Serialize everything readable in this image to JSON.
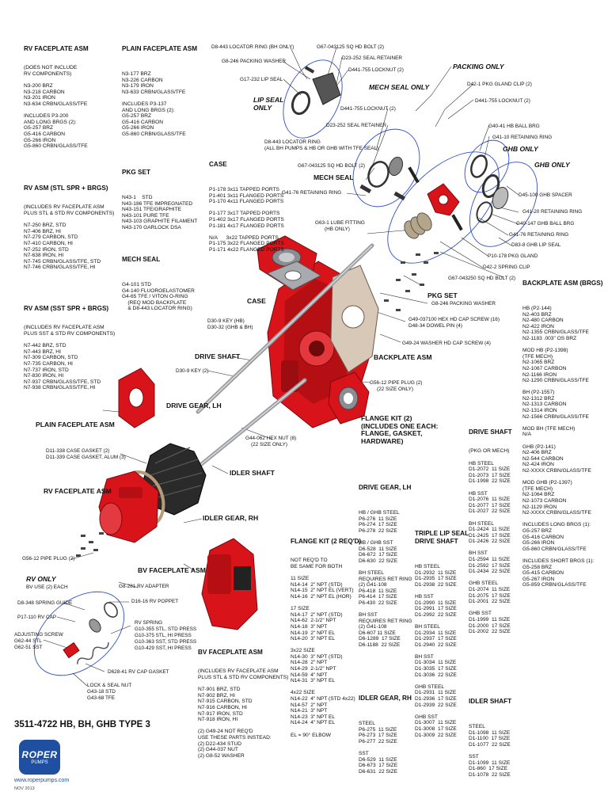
{
  "title": "3511-4722 HB, BH, GHB TYPE 3",
  "logo": {
    "name": "ROPER",
    "sub": "PUMPS"
  },
  "website": "www.roperpumps.com",
  "date": "NOV 2013",
  "colors": {
    "part_red": "#d8141a",
    "part_dark": "#7a0b0e",
    "steel": "#8a8d93",
    "callout_ring": "#3050c8"
  },
  "sections": [
    {
      "id": "rv-faceplate-asm",
      "title": "RV FACEPLATE ASM",
      "lines": [
        "(DOES NOT INCLUDE",
        "RV COMPONENTS)",
        "",
        "N3-200 BRZ",
        "N3-218 CARBON",
        "N3-201 IRON",
        "N3-634 CRBN/GLASS/TFE",
        "",
        "INCLUDES P3-200",
        "AND LONG BRGS (2):",
        "G5-257 BRZ",
        "G5-416 CARBON",
        "G5-266 IRON",
        "G5-860 CRBN/GLASS/TFE"
      ]
    },
    {
      "id": "plain-faceplate-asm",
      "title": "PLAIN FACEPLATE ASM",
      "lines": [
        "",
        "N3-177 BRZ",
        "N3-226 CARBON",
        "N3-179 IRON",
        "N3-633 CRBN/GLASS/TFE",
        "",
        "INCLUDES P3-137",
        "AND LONG BRGS (2):",
        "G5-257 BRZ",
        "G5-416 CARBON",
        "G5-266 IRON",
        "G5-860 CRBN/GLASS/TFE"
      ]
    },
    {
      "id": "pkg-set",
      "title": "PKG SET",
      "lines": [
        "",
        "N43-1    STD",
        "N43-186 TFE IMPREGNATED",
        "N43-151 TFE/GRAPHITE",
        "N43-101 PURE TFE",
        "N43-103 GRAPHITE FILAMENT",
        "N43-170 GARLOCK DSA"
      ]
    },
    {
      "id": "case",
      "title": "CASE",
      "lines": [
        "",
        "P1-178 3x11 TAPPED PORTS",
        "P1-401 3x11 FLANGED PORTS",
        "P1-170 4x11 FLANGED PORTS",
        "",
        "P1-177 3x17 TAPPED PORTS",
        "P1-402 3x17 FLANGED PORTS",
        "P1-181 4x17 FLANGED PORTS",
        "",
        "N/A      3x22 TAPPED PORTS",
        "P1-175 3x22 FLANGED PORTS",
        "P1-171 4x22 FLANGED PORTS"
      ]
    },
    {
      "id": "rv-asm-stl",
      "title": "RV ASM (STL SPR + BRGS)",
      "lines": [
        "(INCLUDES RV FACEPLATE ASM",
        "PLUS STL & STD RV COMPONENTS)",
        "",
        "N7-250 BRZ, STD",
        "N7-406 BRZ, HI",
        "N7-279 CARBON, STD",
        "N7-410 CARBON, HI",
        "N7-252 IRON, STD",
        "N7-638 IRON, HI",
        "N7-745 CRBN/GLASS/TFE, STD",
        "N7-746 CRBN/GLASS/TFE, HI"
      ]
    },
    {
      "id": "mech-seal",
      "title": "MECH SEAL",
      "lines": [
        "",
        "G4-101 STD",
        "G4-140 FLUOROELASTOMER",
        "G4-65 TFE / VITON O-RING",
        "    (REQ MOD BACKPLATE",
        "    & D8-443 LOCATOR RING)"
      ]
    },
    {
      "id": "rv-asm-sst",
      "title": "RV ASM (SST SPR + BRGS)",
      "lines": [
        "(INCLUDES RV FACEPLATE ASM",
        "PLUS SST & STD RV COMPONENTS)",
        "",
        "N7-442 BRZ, STD",
        "N7-443 BRZ, HI",
        "N7-309 CARBON, STD",
        "N7-735 CARBON, HI",
        "N7-737 IRON, STD",
        "N7-830 IRON, HI",
        "N7-937 CRBN/GLASS/TFE, STD",
        "N7-938 CRBN/GLASS/TFE, HI"
      ]
    },
    {
      "id": "backplate-asm",
      "title": "BACKPLATE ASM (BRGS)",
      "lines": [
        "",
        "HB (P2-144)",
        "N2-403 BRZ",
        "N2-480 CARBON",
        "N2-422 IRON",
        "N2-1355 CRBN/GLASS/TFE",
        "N2-1183 .003\" OS BRZ",
        "",
        "MOD HB (P2-1398)",
        "(TFE MECH)",
        "N2-1065 BRZ",
        "N2-1067 CARBON",
        "N2-1166 IRON",
        "N2-1290 CRBN/GLASS/TFE",
        "",
        "BH (P2-1557)",
        "N2-1312 BRZ",
        "N2-1313 CARBON",
        "N2-1314 IRON",
        "N2-1566 CRBN/GLASS/TFE",
        "",
        "MOD BH (TFE MECH)",
        "N/A",
        "",
        "GHB (P2-141)",
        "N2-406 BRZ",
        "N2-544 CARBON",
        "N2-424 IRON",
        "N2-XXXX CRBN/GLASS/TFE",
        "",
        "MOD GHB (P2-1397)",
        "(TFE MECH)",
        "N2-1064 BRZ",
        "N2-1073 CARBON",
        "N2-1129 IRON",
        "N2-XXXX CRBN/GLASS/TFE",
        "",
        "INCLUDES LONG BRGS (1):",
        "G5-257 BRZ",
        "G5-416 CARBON",
        "G5-266 IRON",
        "G5-860 CRBN/GLASS/TFE",
        "",
        "INCLUDES SHORT BRGS (1):",
        "G5-258 BRZ",
        "G5-415 CARBON",
        "G5-267 IRON",
        "G5-859 CRBN/GLASS/TFE"
      ]
    },
    {
      "id": "drive-shaft",
      "title": "DRIVE SHAFT",
      "lines": [
        "(PKG OR MECH)",
        "",
        "HB STEEL",
        "D1-2072  11 SIZE",
        "D1-2073  17 SIZE",
        "D1-1998  22 SIZE",
        "",
        "HB SST",
        "D1-2076  11 SIZE",
        "D1-2077  17 SIZE",
        "D1-2027  22 SIZE",
        "",
        "BH STEEL",
        "D1-2424  11 SIZE",
        "D1-2425  17 SIZE",
        "D1-2426  22 SIZE",
        "",
        "BH SST",
        "D1-2594  11 SIZE",
        "D1-2592  17 SIZE",
        "D1-2434  22 SIZE",
        "",
        "GHB STEEL",
        "D1-2074  11 SIZE",
        "D1-2075  17 SIZE",
        "D1-2001  22 SIZE",
        "",
        "GHB SST",
        "D1-1999  11 SIZE",
        "D1-2000  17 SIZE",
        "D1-2002  22 SIZE"
      ]
    },
    {
      "id": "drive-gear-lh",
      "title": "DRIVE GEAR, LH",
      "lines": [
        "",
        "HB / GHB STEEL",
        "P6-276  11 SIZE",
        "P6-274  17 SIZE",
        "P6-278  22 SIZE",
        "",
        "HB / GHB SST",
        "D6-528  11 SIZE",
        "D6-672  17 SIZE",
        "D6-630  22 SIZE",
        "",
        "BH STEEL",
        "REQUIRES RET RING",
        "(2) G41-108",
        "P6-418  11 SIZE",
        "P6-414  17 SIZE",
        "P6-430  22 SIZE",
        "",
        "BH SST",
        "REQUIRES RET RING",
        "(2) G41-108",
        "D6-607 11 SIZE",
        "D6-1289  17 SIZE",
        "D6-1188  22 SIZE"
      ]
    },
    {
      "id": "triple-lip-seal",
      "title": "TRIPLE LIP SEAL\nDRIVE SHAFT",
      "lines": [
        "",
        "HB STEEL",
        "D1-2932  11 SIZE",
        "D1-2935  17 SIZE",
        "D1-2938  22 SIZE",
        "",
        "HB SST",
        "D1-2990  11 SIZE",
        "D1-2991  17 SIZE",
        "D1-2992  22 SIZE",
        "",
        "BH STEEL",
        "D1-2934  11 SIZE",
        "D1-2937  17 SIZE",
        "D1-2940  22 SIZE",
        "",
        "BH SST",
        "D1-3034  11 SIZE",
        "D1-3035  17 SIZE",
        "D1-3036  22 SIZE",
        "",
        "GHB STEEL",
        "D1-2931  11 SIZE",
        "D1-2936  17 SIZE",
        "D1-2939  22 SIZE",
        "",
        "GHB SST",
        "D1-3007  11 SIZE",
        "D1-3008  17 SIZE",
        "D1-3009  22 SIZE"
      ]
    },
    {
      "id": "flange-kit",
      "title": "FLANGE KIT (2 REQ'D)",
      "lines": [
        "NOT REQ'D TO",
        "BE SAME FOR BOTH",
        "",
        "11 SIZE",
        "N14-14  2\" NPT (STD)",
        "N14-15  2\" NPT EL (VERT)",
        "N14-16  2\" NPT EL (HOR)",
        "",
        "17 SIZE",
        "N14-17  2\" NPT (STD)",
        "N14-62  2-1/2\" NPT",
        "N14-18  3\" NPT",
        "N14-19  2\" NPT EL",
        "N14-20  3\" NPT EL",
        "",
        "3x22 SIZE",
        "N14-30  3\" NPT (STD)",
        "N14-28  2\" NPT",
        "N14-29  2-1/2\" NPT",
        "N14-59  4\" NPT",
        "N14-31  3\" NPT EL",
        "",
        "4x22 SIZE",
        "N14-22  4\" NPT (STD 4x22)",
        "N14-57  2\" NPT",
        "N14-21  3\" NPT",
        "N14-23  3\" NPT EL",
        "N14-24  4\" NPT EL",
        "",
        "EL = 90° ELBOW"
      ]
    },
    {
      "id": "idler-gear-rh",
      "title": "IDLER GEAR, RH",
      "lines": [
        "",
        "STEEL",
        "P6-275  11 SIZE",
        "P6-273  17 SIZE",
        "P6-277  22 SIZE",
        "",
        "SST",
        "D6-529  11 SIZE",
        "D6-673  17 SIZE",
        "D6-631  22 SIZE"
      ]
    },
    {
      "id": "idler-shaft",
      "title": "IDLER SHAFT",
      "lines": [
        "",
        "STEEL",
        "D1-1098  11 SIZE",
        "D1-1100  17 SIZE",
        "D1-1077  22 SIZE",
        "",
        "SST",
        "D1-1099  11 SIZE",
        "D1-860  17 SIZE",
        "D1-1078  22 SIZE"
      ]
    },
    {
      "id": "bv-faceplate-asm",
      "title": "BV FACEPLATE ASM",
      "lines": [
        "(INCLUDES RV FACEPLATE ASM",
        "PLUS STL & STD RV COMPONENTS)",
        "",
        "N7-901 BRZ, STD",
        "N7-902 BRZ, HI",
        "N7-915 CARBON, STD",
        "N7-916 CARBON, HI",
        "N7-917 IRON, STD",
        "N7-918 IRON, HI",
        "",
        "(2) G49-24 NOT REQ'D",
        "USE THESE PARTS INSTEAD:",
        "(2) D22-434 STUD",
        "(2) G44-037 NUT",
        "(2) G8-52 WASHER"
      ]
    }
  ],
  "callouts": [
    {
      "id": "c1",
      "text": "D8-443 LOCATOR RING (BH ONLY)"
    },
    {
      "id": "c2",
      "text": "G67-043125 SQ HD BOLT (2)"
    },
    {
      "id": "c3",
      "text": "G8-246 PACKING WASHER"
    },
    {
      "id": "c4",
      "text": "D23-252 SEAL RETAINER"
    },
    {
      "id": "c5",
      "text": "D441-755 LOCKNUT (2)"
    },
    {
      "id": "c6",
      "text": "G17-232 LIP SEAL"
    },
    {
      "id": "c7",
      "text": "D42-1 PKG GLAND CLIP (2)"
    },
    {
      "id": "c8",
      "text": "D441-755 LOCKNUT (2)"
    },
    {
      "id": "c9",
      "text": "D441-755 LOCKNUT (2)"
    },
    {
      "id": "c10",
      "text": "D23-252 SEAL RETAINER"
    },
    {
      "id": "c11",
      "text": "G40-41 HB BALL BRG"
    },
    {
      "id": "c12",
      "text": "G41-10 RETAINING RING"
    },
    {
      "id": "c13",
      "text": "D8-443 LOCATOR RING"
    },
    {
      "id": "c14",
      "text": "(ALL BH PUMPS & HB OR GHB WITH TFE SEAL)"
    },
    {
      "id": "c15",
      "text": "G67-043125 SQ HD BOLT (2)"
    },
    {
      "id": "c16",
      "text": "G41-76 RETAINING RING"
    },
    {
      "id": "c17",
      "text": "D45-100 GHB SPACER"
    },
    {
      "id": "c18",
      "text": "G41-20 RETAINING RING"
    },
    {
      "id": "c19",
      "text": "G40-147 GHB BALL BRG"
    },
    {
      "id": "c20",
      "text": "G41-76 RETAINING RING"
    },
    {
      "id": "c21",
      "text": "G63-1 LUBE FITTING"
    },
    {
      "id": "c22",
      "text": "(HB ONLY)"
    },
    {
      "id": "c23",
      "text": "D83-8 GHB LIP SEAL"
    },
    {
      "id": "c24",
      "text": "P10-178 PKG GLAND"
    },
    {
      "id": "c25",
      "text": "D42-2 SPRING CLIP"
    },
    {
      "id": "c26",
      "text": "G67-043250 SQ HD BOLT (2)"
    },
    {
      "id": "c27",
      "text": "G8-246 PACKING WASHER"
    },
    {
      "id": "c28",
      "text": "G49-037100 HEX HD CAP SCREW (16)"
    },
    {
      "id": "c29",
      "text": "D48-34 DOWEL PIN (4)"
    },
    {
      "id": "c30",
      "text": "G49-24 WASHER HD CAP SCREW (4)"
    },
    {
      "id": "c31",
      "text": "D30-9 KEY (HB)"
    },
    {
      "id": "c32",
      "text": "D30-32 (GHB & BH)"
    },
    {
      "id": "c33",
      "text": "D30-9 KEY (2)"
    },
    {
      "id": "c34",
      "text": "G56-12 PIPE PLUG (2)"
    },
    {
      "id": "c35",
      "text": "(22 SIZE ONLY)"
    },
    {
      "id": "c36",
      "text": "D11-338 CASE GASKET (2)"
    },
    {
      "id": "c37",
      "text": "D11-339 CASE GASKET, ALUM (3)"
    },
    {
      "id": "c38",
      "text": "G44-062 HEX NUT (8)"
    },
    {
      "id": "c39",
      "text": "(22 SIZE ONLY)"
    },
    {
      "id": "c40",
      "text": "G56-12 PIPE PLUG (2)"
    },
    {
      "id": "c41",
      "text": "G8-281 RV ADAPTER"
    },
    {
      "id": "c42",
      "text": "BV USE (2) EACH"
    },
    {
      "id": "c43",
      "text": "D16-16 RV POPPET"
    },
    {
      "id": "c44",
      "text": "D8-348 SPRING GUIDE"
    },
    {
      "id": "c45",
      "text": "P17-110 RV CAP"
    },
    {
      "id": "c46",
      "text": "RV SPRING"
    },
    {
      "id": "c47",
      "text": "G10-355 STL, STD PRESS"
    },
    {
      "id": "c48",
      "text": "G10-375 STL, HI PRESS"
    },
    {
      "id": "c49",
      "text": "G10-363 SST, STD PRESS"
    },
    {
      "id": "c50",
      "text": "G10-429 SST, HI PRESS"
    },
    {
      "id": "c51",
      "text": "ADJUSTING SCREW"
    },
    {
      "id": "c52",
      "text": "G62-44 STL"
    },
    {
      "id": "c53",
      "text": "G62-51 SST"
    },
    {
      "id": "c54",
      "text": "D628-41 RV CAP GASKET"
    },
    {
      "id": "c55",
      "text": "LOCK & SEAL NUT"
    },
    {
      "id": "c56",
      "text": "G43-18 STD"
    },
    {
      "id": "c57",
      "text": "G43-68 TFE"
    }
  ],
  "big_labels": [
    {
      "id": "packing-only",
      "text": "PACKING ONLY",
      "italic": true
    },
    {
      "id": "mech-seal-only",
      "text": "MECH SEAL ONLY",
      "italic": true
    },
    {
      "id": "lip-seal-only",
      "text": "LIP SEAL\nONLY",
      "italic": true
    },
    {
      "id": "ghb-only",
      "text": "GHB ONLY",
      "italic": true
    },
    {
      "id": "ghb-only-2",
      "text": "GHB ONLY",
      "italic": true
    },
    {
      "id": "mech-seal",
      "text": "MECH SEAL",
      "italic": false
    },
    {
      "id": "pkg-set",
      "text": "PKG SET",
      "italic": false
    },
    {
      "id": "backplate-asm",
      "text": "BACKPLATE ASM",
      "italic": false
    },
    {
      "id": "case",
      "text": "CASE",
      "italic": false
    },
    {
      "id": "drive-shaft",
      "text": "DRIVE SHAFT",
      "italic": false
    },
    {
      "id": "drive-gear-lh",
      "text": "DRIVE GEAR, LH",
      "italic": false
    },
    {
      "id": "plain-faceplate-asm",
      "text": "PLAIN FACEPLATE ASM",
      "italic": false
    },
    {
      "id": "flange-kit",
      "text": "FLANGE KIT (2)\n(INCLUDES ONE EACH:\nFLANGE, GASKET,\nHARDWARE)",
      "italic": false
    },
    {
      "id": "idler-shaft",
      "text": "IDLER SHAFT",
      "italic": false
    },
    {
      "id": "rv-faceplate-asm",
      "text": "RV FACEPLATE ASM",
      "italic": false
    },
    {
      "id": "idler-gear-rh",
      "text": "IDLER GEAR, RH",
      "italic": false
    },
    {
      "id": "bv-faceplate-asm",
      "text": "BV FACEPLATE ASM",
      "italic": false
    },
    {
      "id": "rv-only",
      "text": "RV ONLY",
      "italic": true
    }
  ]
}
